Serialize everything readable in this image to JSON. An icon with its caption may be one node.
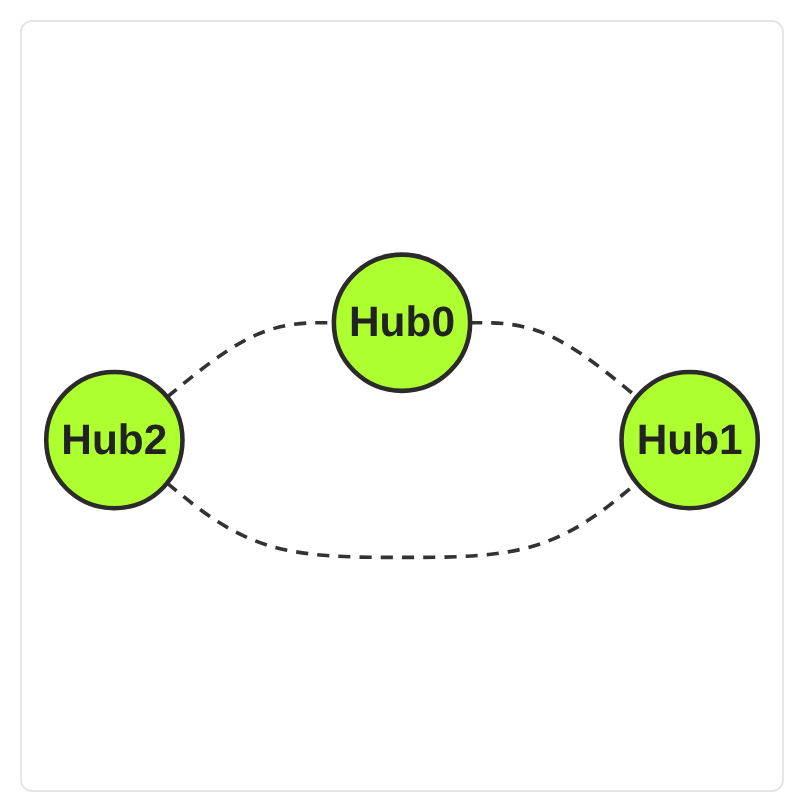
{
  "diagram": {
    "nodes": [
      {
        "text": [
          "Hub0"
        ]
      },
      {
        "text": [
          "Hub2"
        ]
      },
      {
        "text": [
          "Hub1"
        ]
      }
    ],
    "edges": [
      {
        "from": 1,
        "to": 0,
        "arrow": "none",
        "style": "dashed"
      },
      {
        "from": 0,
        "to": 2,
        "arrow": "none",
        "style": "dashed"
      },
      {
        "from": 1,
        "to": 2,
        "arrow": "none",
        "style": "dashed"
      }
    ]
  }
}
